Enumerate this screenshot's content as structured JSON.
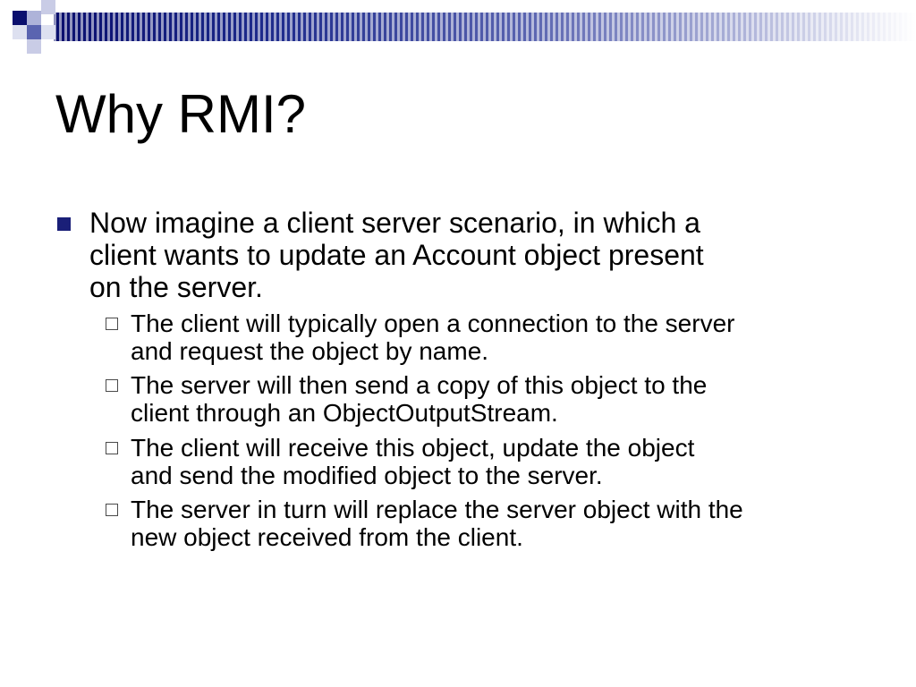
{
  "slide": {
    "title": "Why RMI?",
    "bullet": {
      "lines": [
        "Now imagine a client server scenario, in which a",
        "client wants to update an Account object present",
        "on the server."
      ]
    },
    "sub_bullets": [
      {
        "lines": [
          "The client will typically open a connection to the server",
          "and request the object by name."
        ]
      },
      {
        "lines": [
          "The server will then send a copy of this object to the",
          "client through an ObjectOutputStream."
        ]
      },
      {
        "lines": [
          "The client will receive this object, update the object",
          "and  send the modified object to the server."
        ]
      },
      {
        "lines": [
          "The server in turn will replace the server object with the",
          "new object received from the client."
        ]
      }
    ]
  },
  "colors": {
    "banner_dark": "#0a0f6e",
    "banner_light": "#aeb3d9",
    "bullet_marker": "#1a1f78",
    "text": "#000000",
    "background": "#ffffff"
  },
  "icons": {
    "main_bullet": "filled-square-icon",
    "sub_bullet": "hollow-square-icon"
  }
}
